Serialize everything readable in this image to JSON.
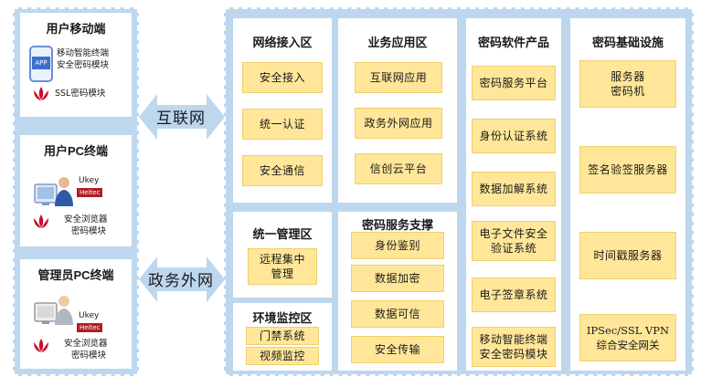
{
  "terminals": {
    "mobile": {
      "title": "用户移动端",
      "app_label": "APP",
      "line1": "移动智能终端",
      "line2": "安全密码模块",
      "ssl": "SSL密码模块"
    },
    "user_pc": {
      "title": "用户PC终端",
      "ukey": "Ukey",
      "brand": "Heitec",
      "line1": "安全浏览器",
      "line2": "密码模块"
    },
    "admin_pc": {
      "title": "管理员PC终端",
      "ukey": "Ukey",
      "brand": "Heitec",
      "line1": "安全浏览器",
      "line2": "密码模块"
    }
  },
  "links": {
    "internet": "互联网",
    "gov_extranet": "政务外网"
  },
  "network_access": {
    "title": "网络接入区",
    "items": [
      "安全接入",
      "统一认证",
      "安全通信"
    ]
  },
  "business_apps": {
    "title": "业务应用区",
    "items": [
      "互联网应用",
      "政务外网应用",
      "信创云平台"
    ]
  },
  "unified_mgmt": {
    "title": "统一管理区",
    "items": [
      "远程集中管理"
    ]
  },
  "env_monitor": {
    "title": "环境监控区",
    "items": [
      "门禁系统",
      "视频监控"
    ]
  },
  "crypto_services": {
    "title": "密码服务支撑",
    "items": [
      "身份鉴别",
      "数据加密",
      "数据可信",
      "安全传输"
    ]
  },
  "crypto_software": {
    "title": "密码软件产品",
    "items": [
      "密码服务平台",
      "身份认证系统",
      "数据加解系统",
      "电子文件安全验证系统",
      "电子签章系统",
      "移动智能终端安全密码模块"
    ]
  },
  "crypto_infra": {
    "title": "密码基础设施",
    "items": [
      "服务器密码机",
      "签名验签服务器",
      "时间戳服务器",
      "IPSec/SSL VPN综合安全网关"
    ]
  },
  "colors": {
    "frame_blue": "#bdd7ee",
    "box_yellow": "#ffe699",
    "arrow_blue": "#bdd7ee"
  }
}
